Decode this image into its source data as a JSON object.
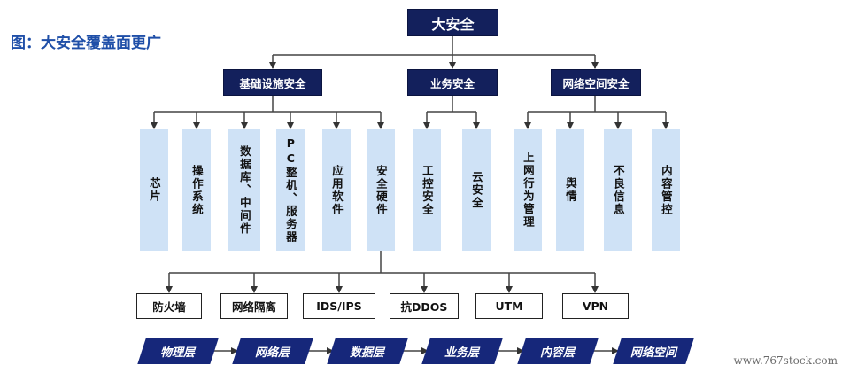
{
  "caption": "图：大安全覆盖面更广",
  "root": "大安全",
  "categories": [
    "基础设施安全",
    "业务安全",
    "网络空间安全"
  ],
  "leaves": [
    "芯片",
    "操作系统",
    "数据库、中间件",
    "PC整机、服务器",
    "应用软件",
    "安全硬件",
    "工控安全",
    "云安全",
    "上网行为管理",
    "舆情",
    "不良信息",
    "内容管控"
  ],
  "hardware": [
    "防火墙",
    "网络隔离",
    "IDS/IPS",
    "抗DDOS",
    "UTM",
    "VPN"
  ],
  "layers": [
    "物理层",
    "网络层",
    "数据层",
    "业务层",
    "内容层",
    "网络空间"
  ],
  "watermark": "www.767stock.com",
  "colors": {
    "dark_box": "#13205c",
    "light_box": "#cfe2f6",
    "caption": "#1f4fa8",
    "layer": "#16277a"
  }
}
